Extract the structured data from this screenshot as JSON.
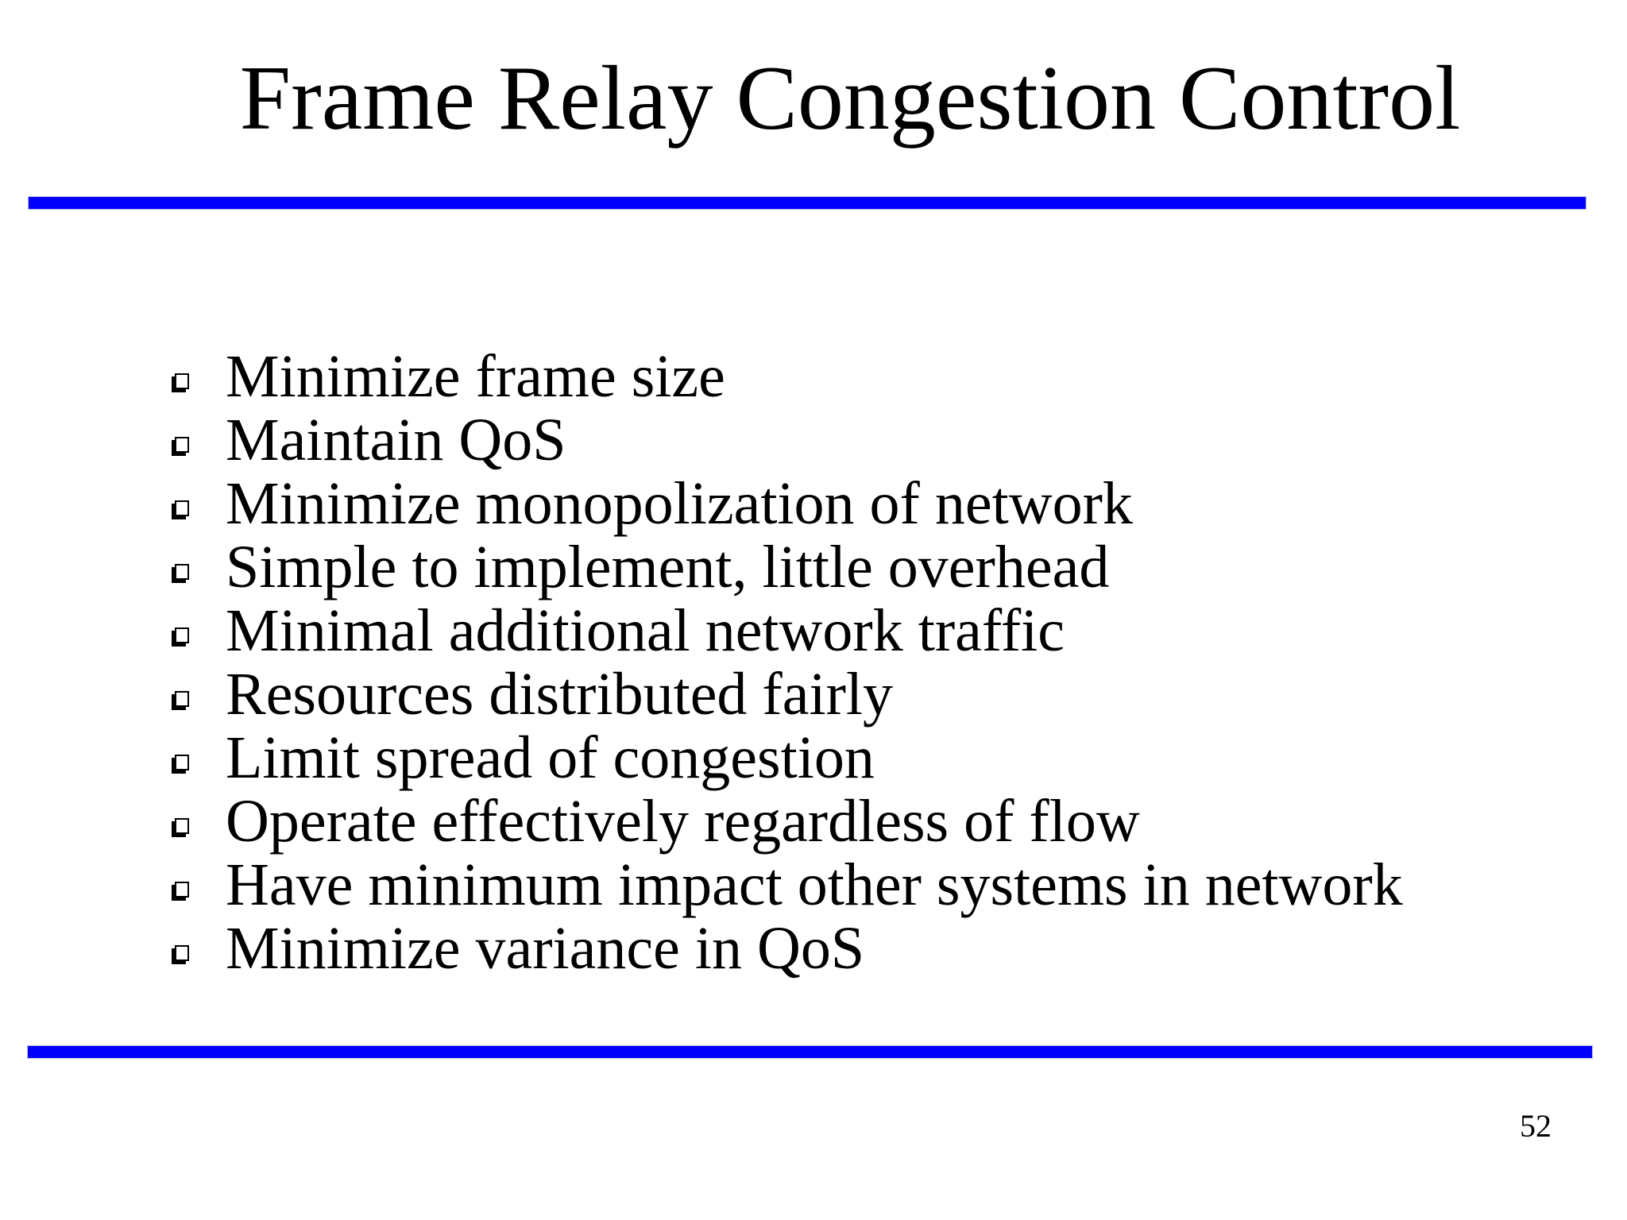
{
  "slide": {
    "title": "Frame Relay Congestion Control",
    "bullets": [
      "Minimize frame size",
      "Maintain QoS",
      "Minimize monopolization of network",
      "Simple to implement, little overhead",
      "Minimal additional network traffic",
      "Resources distributed fairly",
      "Limit spread of congestion",
      "Operate effectively regardless of flow",
      "Have minimum impact other systems in network",
      "Minimize variance in QoS"
    ],
    "page_number": "52",
    "accent_color": "#0101fb",
    "text_color": "#000000",
    "background_color": "#ffffff",
    "bullet_icon": "shadowed-square-icon"
  }
}
